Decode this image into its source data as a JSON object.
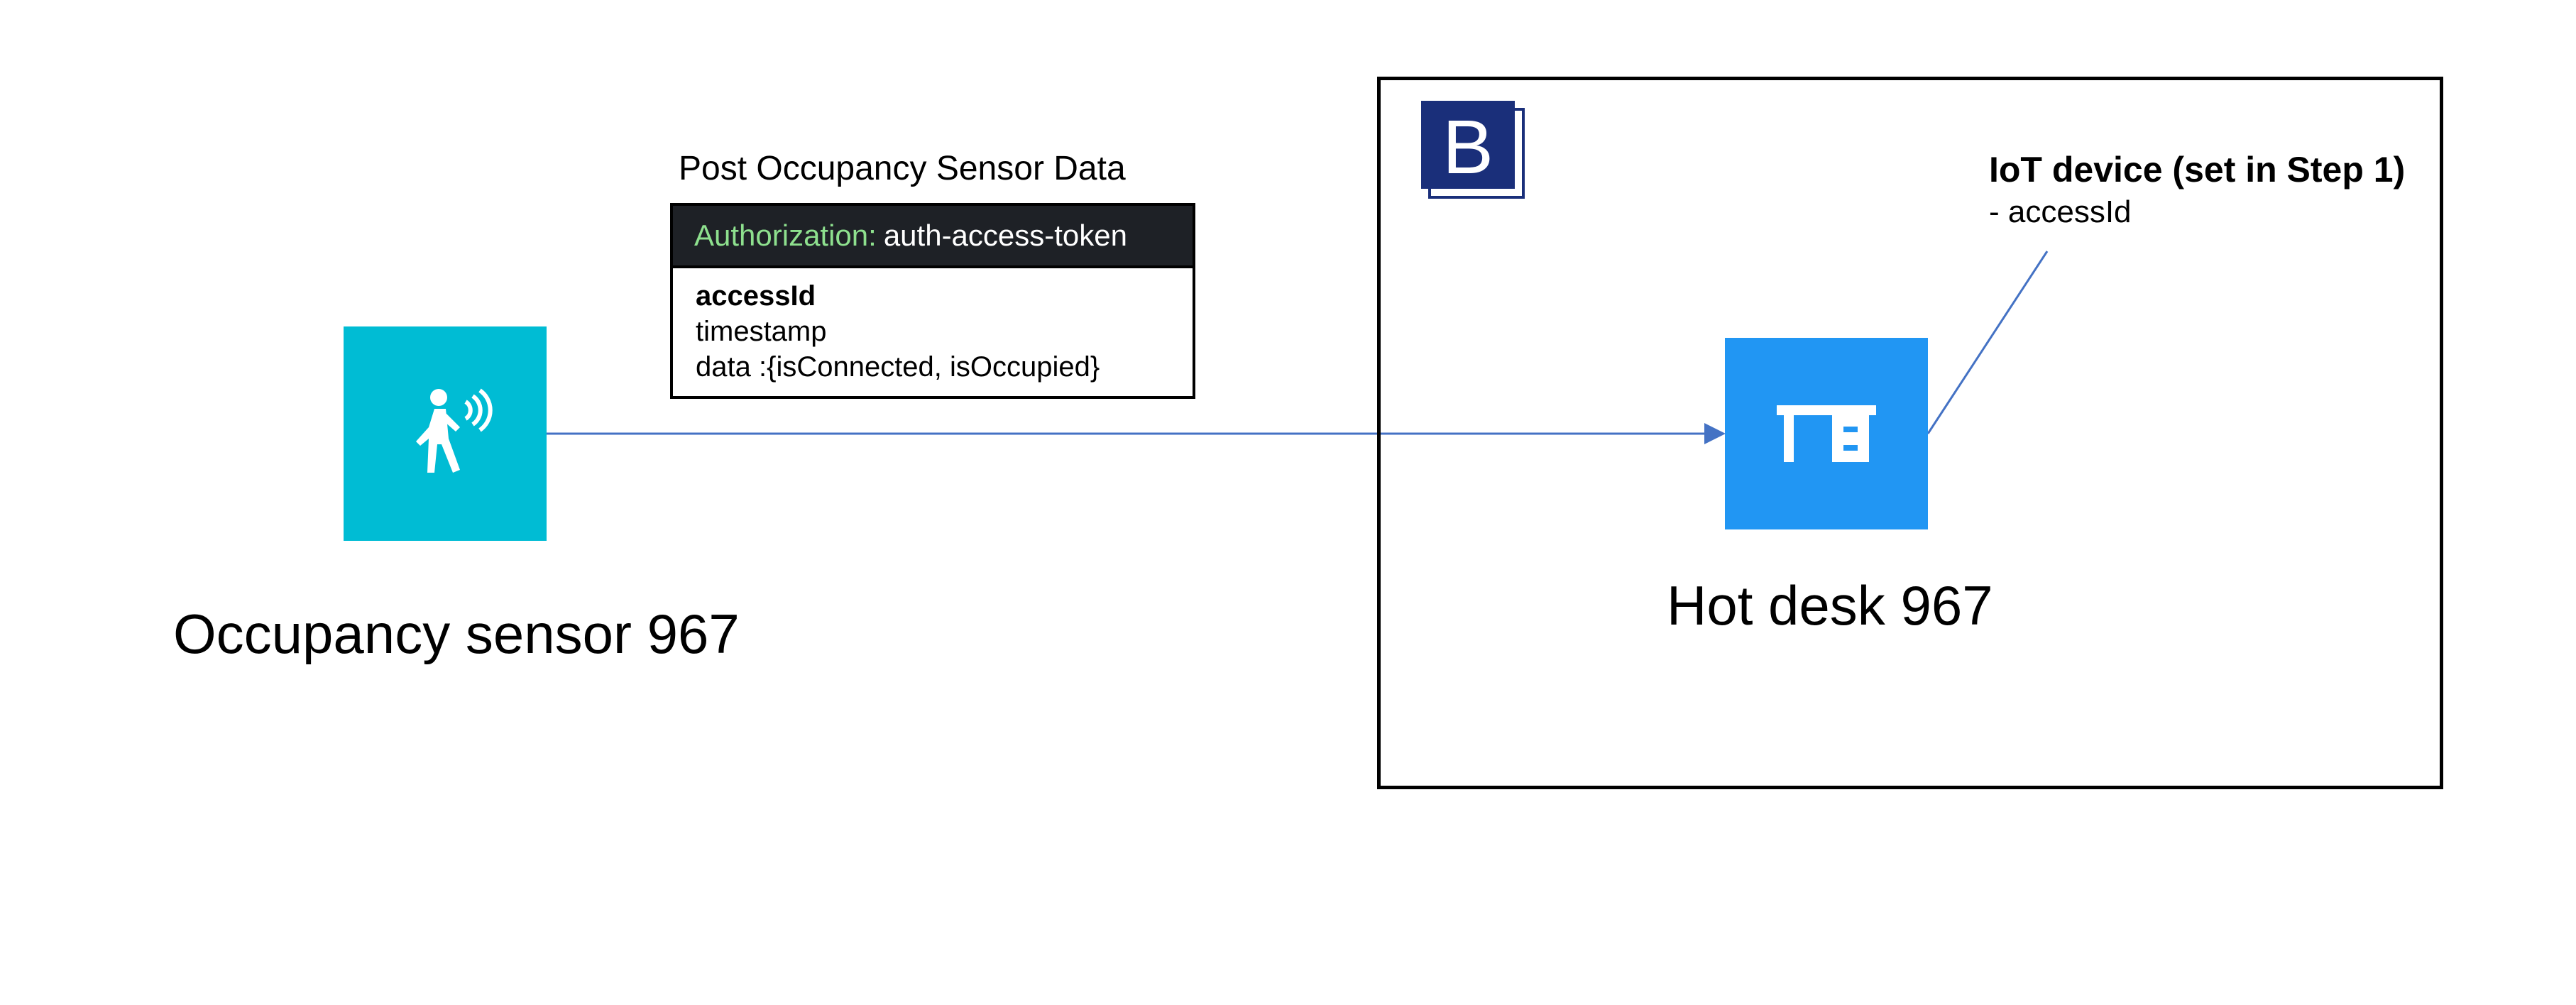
{
  "sensor": {
    "label": "Occupancy sensor 967",
    "icon": "person-walking-sensor-icon",
    "color": "#00bcd4"
  },
  "request": {
    "title": "Post Occupancy Sensor Data",
    "auth_key": "Authorization:",
    "auth_value": "auth-access-token",
    "fields": [
      "accessId",
      "timestamp",
      "data :{isConnected, isOccupied}"
    ],
    "header_color": "#1e2126",
    "auth_key_color": "#8ee08e"
  },
  "building": {
    "logo_letter": "B",
    "logo_color": "#1a2f7a"
  },
  "desk": {
    "label": "Hot desk 967",
    "icon": "desk-icon",
    "color": "#2196f3"
  },
  "iot": {
    "title": "IoT device (set in Step 1)",
    "detail": "- accessId"
  },
  "connector": {
    "color": "#4472c4"
  }
}
